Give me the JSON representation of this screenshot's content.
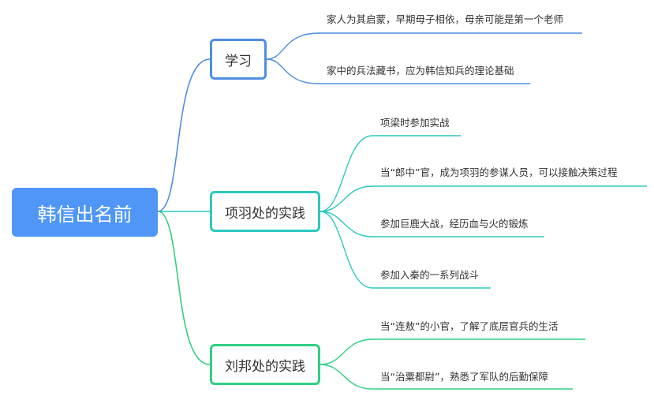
{
  "root": {
    "label": "韩信出名前"
  },
  "branches": [
    {
      "label": "学习",
      "color": "#4f8ee2",
      "children": [
        "家人为其启蒙，早期母子相依，母亲可能是第一个老师",
        "家中的兵法藏书，应为韩信知兵的理论基础"
      ]
    },
    {
      "label": "项羽处的实践",
      "color": "#2bc8bf",
      "children": [
        "项梁时参加实战",
        "当“郎中”官，成为项羽的参谋人员，可以接触决策过程",
        "参加巨鹿大战，经历血与火的锻炼",
        "参加入秦的一系列战斗"
      ]
    },
    {
      "label": "刘邦处的实践",
      "color": "#31cf83",
      "children": [
        "当“连敖”的小官，了解了底层官兵的生活",
        "当“治粟都尉”，熟悉了军队的后勤保障"
      ]
    }
  ]
}
